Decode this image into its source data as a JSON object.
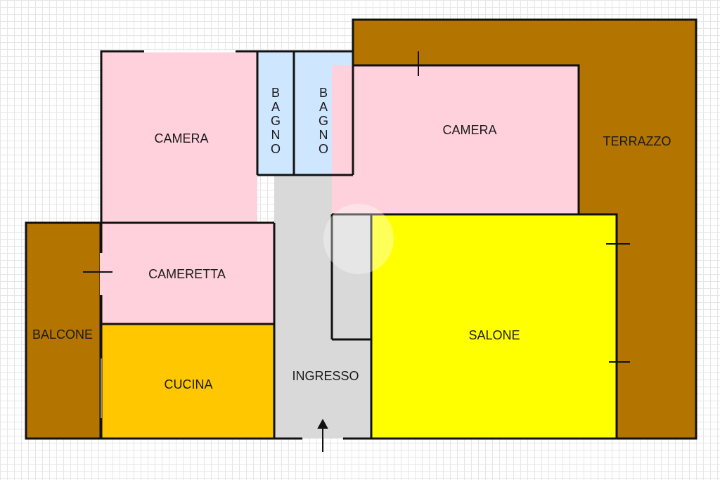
{
  "colors": {
    "outdoor": "#b37400",
    "bedroom": "#ffd1dc",
    "bathroom": "#cfe6ff",
    "hallway": "#d9d9d9",
    "kitchen": "#ffc700",
    "living": "#ffff00",
    "wall": "#111111"
  },
  "rooms": {
    "camera_left": "CAMERA",
    "bagno_1": "BAGNO",
    "bagno_2": "BAGNO",
    "camera_right": "CAMERA",
    "terrazzo": "TERRAZZO",
    "cameretta": "CAMERETTA",
    "balcone": "BALCONE",
    "cucina": "CUCINA",
    "ingresso": "INGRESSO",
    "salone": "SALONE"
  },
  "entrance": {
    "icon": "arrow-up-icon"
  }
}
